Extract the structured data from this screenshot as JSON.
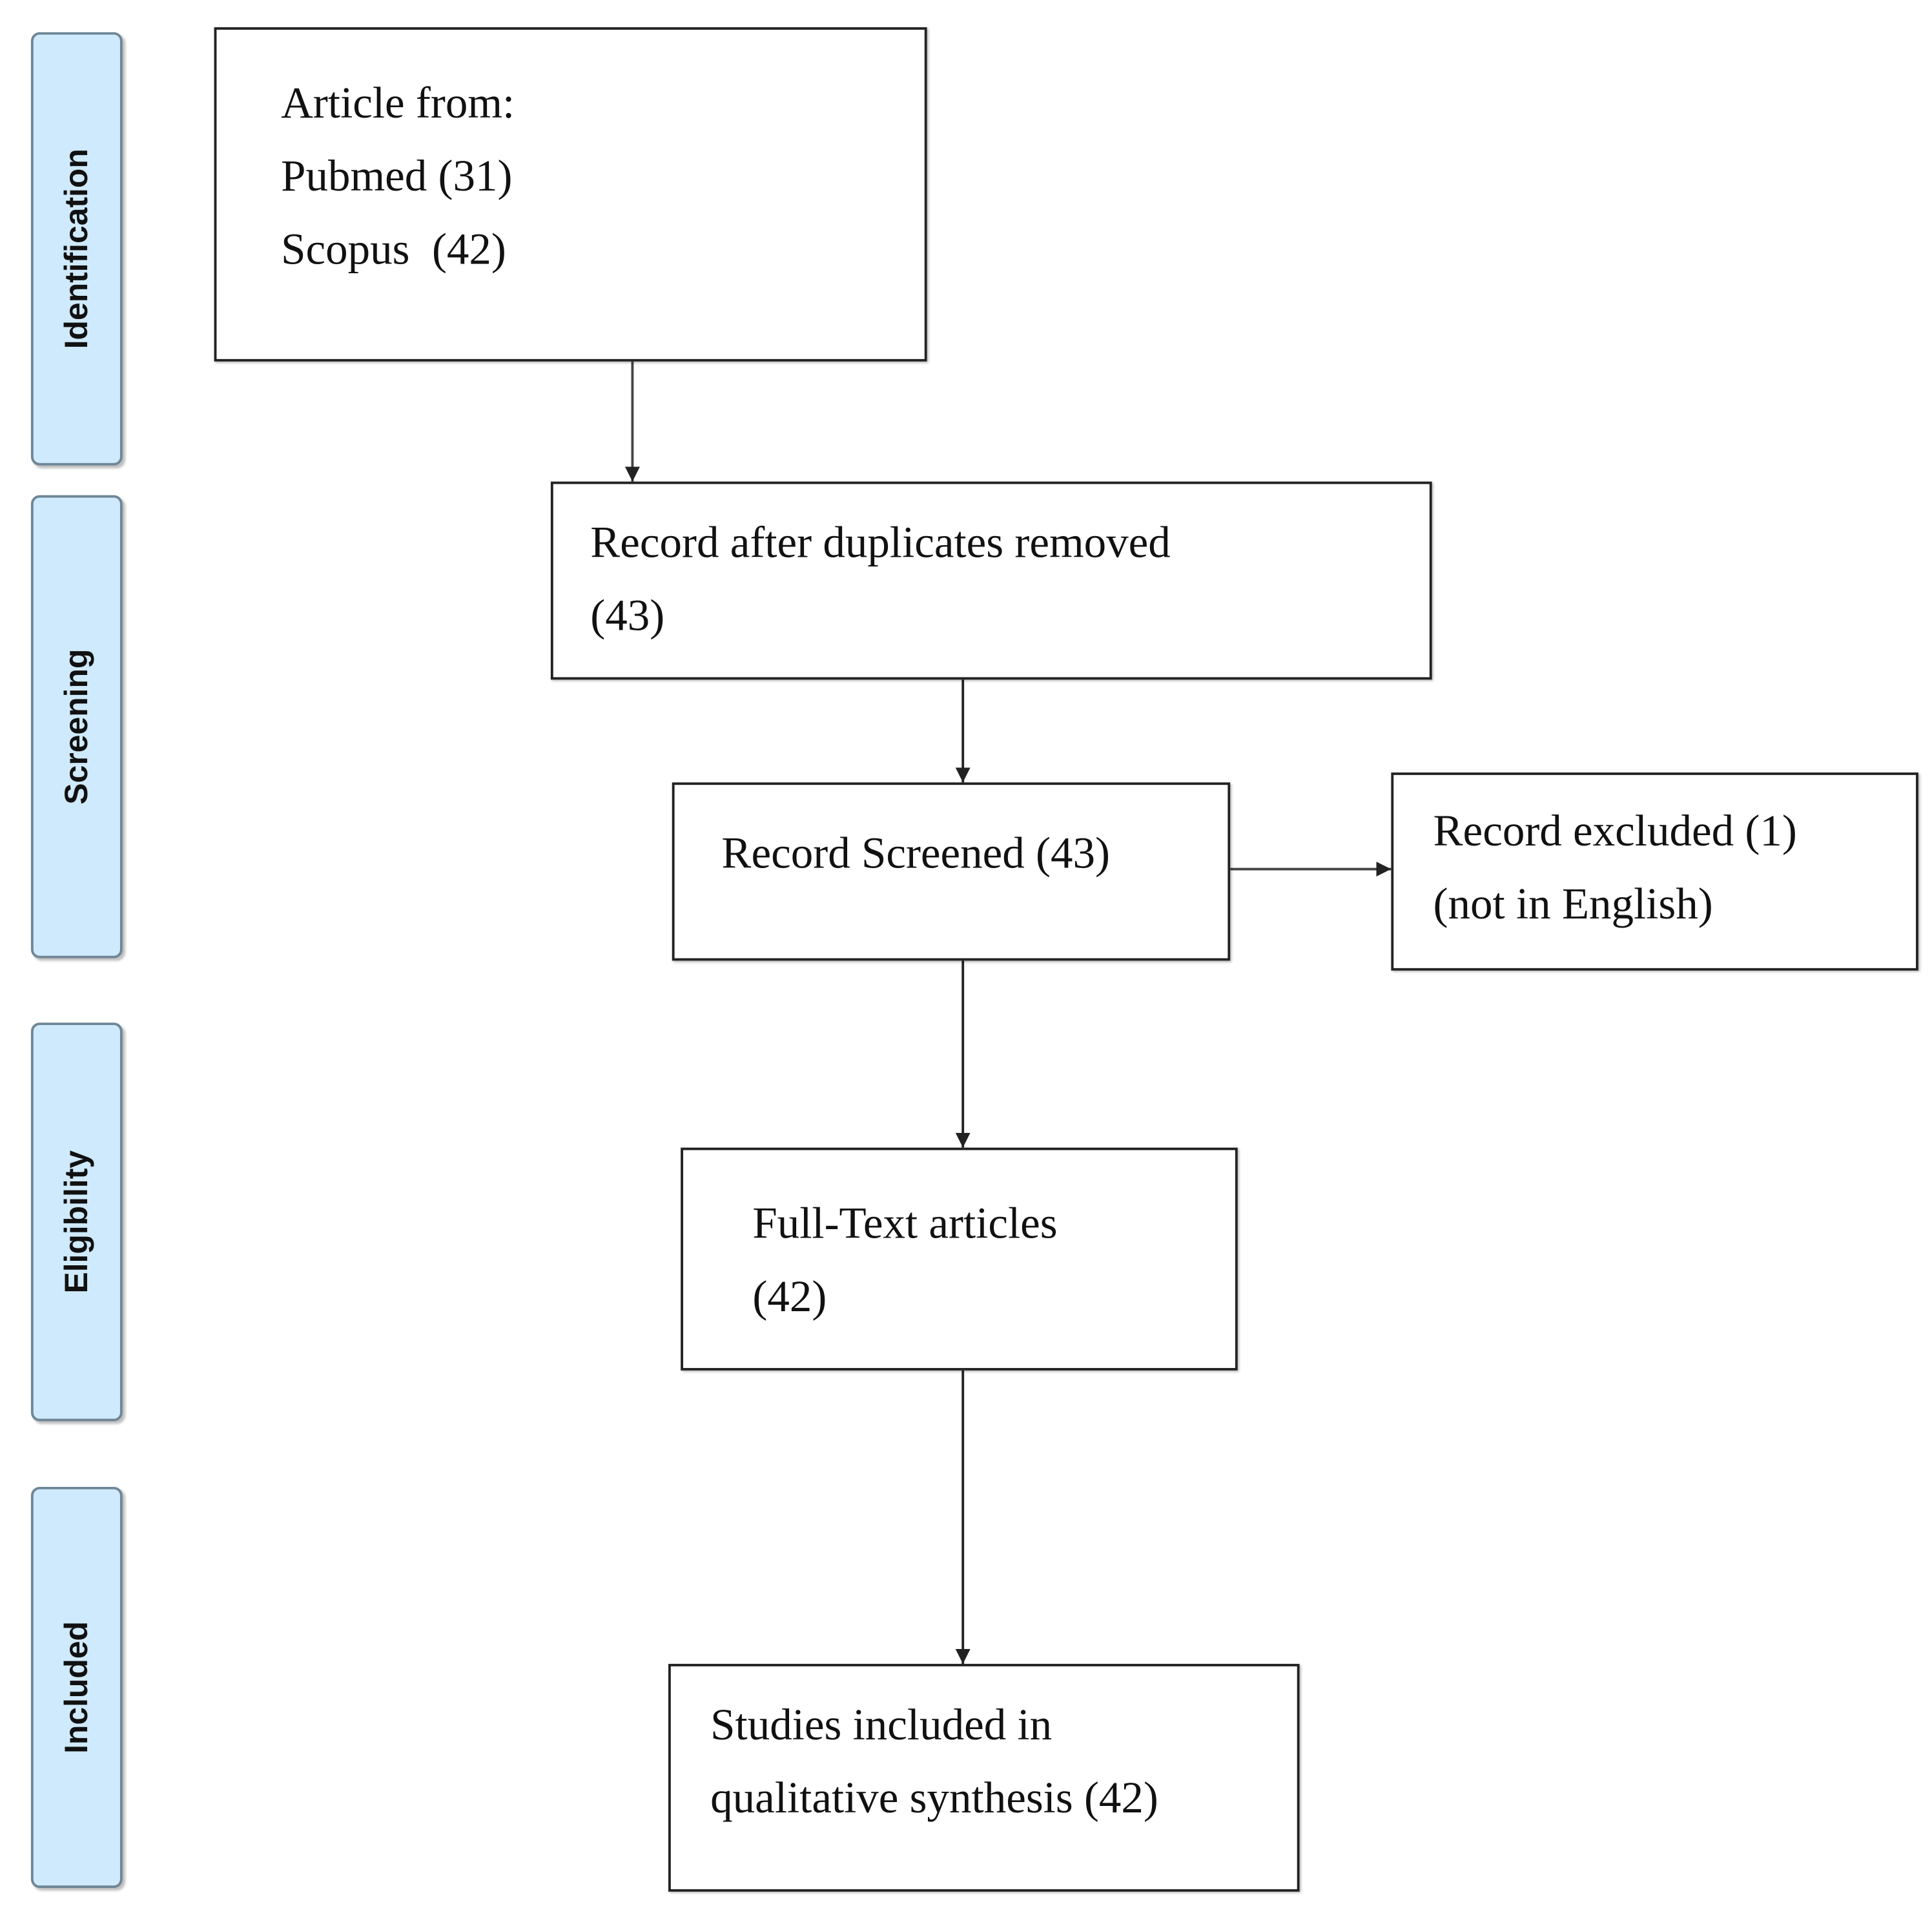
{
  "phases": {
    "identification": "Identification",
    "screening": "Screening",
    "eligibility": "Eligibility",
    "included": "Included"
  },
  "boxes": {
    "identification": {
      "lines": [
        "Article from:",
        "Pubmed (31)",
        "Scopus  (42)"
      ]
    },
    "duplicates_removed": {
      "lines": [
        "Record after duplicates removed",
        "(43)"
      ]
    },
    "screened": {
      "lines": [
        "Record Screened (43)"
      ]
    },
    "excluded": {
      "lines": [
        "Record excluded (1)",
        "(not in English)"
      ]
    },
    "full_text": {
      "lines": [
        "Full-Text articles",
        "(42)"
      ]
    },
    "included": {
      "lines": [
        "Studies included in",
        "qualitative synthesis (42)"
      ]
    }
  },
  "colors": {
    "phase_fill": "#cfeafc",
    "phase_border": "#6f8696",
    "box_border": "#222222"
  }
}
